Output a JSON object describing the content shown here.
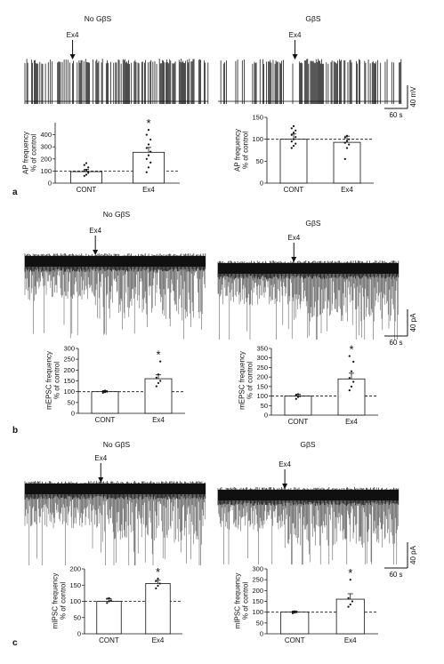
{
  "scale_bars": {
    "ap_voltage": "40 mV",
    "current": "40 pA",
    "time": "60 s"
  },
  "chart_data": [
    {
      "type": "bar",
      "panel": "a",
      "group": "No GβS",
      "traceType": "spike",
      "stimulus": "Ex4",
      "stim_frac": 0.26,
      "ylabel": "AP frequency\n% of control",
      "categories": [
        "CONT",
        "Ex4"
      ],
      "values": [
        95,
        255
      ],
      "errors": [
        18,
        40
      ],
      "ylim": [
        0,
        500
      ],
      "yticks": [
        0,
        100,
        200,
        300,
        400
      ],
      "baseline": 100,
      "significance": [
        false,
        true
      ],
      "points": [
        [
          60,
          70,
          85,
          100,
          110,
          130,
          150,
          165
        ],
        [
          90,
          130,
          170,
          200,
          230,
          260,
          290,
          320,
          360,
          400,
          440
        ]
      ]
    },
    {
      "type": "bar",
      "panel": "a",
      "group": "GβS",
      "traceType": "spike",
      "stimulus": "Ex4",
      "stim_frac": 0.42,
      "ylabel": "AP frequency\n% of control",
      "categories": [
        "CONT",
        "Ex4"
      ],
      "values": [
        100,
        93
      ],
      "errors": [
        12,
        14
      ],
      "ylim": [
        0,
        150
      ],
      "yticks": [
        0,
        50,
        100,
        150
      ],
      "baseline": 100,
      "significance": [
        false,
        false
      ],
      "points": [
        [
          80,
          85,
          90,
          95,
          100,
          105,
          110,
          115,
          120,
          125,
          130
        ],
        [
          55,
          80,
          88,
          92,
          96,
          100,
          104,
          108
        ]
      ]
    },
    {
      "type": "bar",
      "panel": "b",
      "group": "No GβS",
      "traceType": "current",
      "stimulus": "Ex4",
      "stim_frac": 0.39,
      "ylabel": "mEPSC frequency\n% of control",
      "categories": [
        "CONT",
        "Ex4"
      ],
      "values": [
        100,
        160
      ],
      "errors": [
        5,
        18
      ],
      "ylim": [
        0,
        300
      ],
      "yticks": [
        0,
        50,
        100,
        150,
        200,
        250,
        300
      ],
      "baseline": 100,
      "significance": [
        false,
        true
      ],
      "points": [
        [
          95,
          98,
          100,
          102,
          105
        ],
        [
          125,
          140,
          150,
          165,
          180,
          240
        ]
      ]
    },
    {
      "type": "bar",
      "panel": "b",
      "group": "GβS",
      "traceType": "current",
      "stimulus": "Ex4",
      "stim_frac": 0.42,
      "ylabel": "mEPSC frequency\n% of control",
      "categories": [
        "CONT",
        "Ex4"
      ],
      "values": [
        100,
        190
      ],
      "errors": [
        10,
        30
      ],
      "ylim": [
        0,
        350
      ],
      "yticks": [
        0,
        50,
        100,
        150,
        200,
        250,
        300,
        350
      ],
      "baseline": 100,
      "significance": [
        false,
        true
      ],
      "points": [
        [
          85,
          95,
          100,
          105,
          110
        ],
        [
          130,
          150,
          175,
          195,
          230,
          280,
          310
        ]
      ]
    },
    {
      "type": "bar",
      "panel": "c",
      "group": "No GβS",
      "traceType": "current",
      "stimulus": "Ex4",
      "stim_frac": 0.42,
      "ylabel": "mIPSC frequency\n% of control",
      "categories": [
        "CONT",
        "Ex4"
      ],
      "values": [
        100,
        155
      ],
      "errors": [
        8,
        10
      ],
      "ylim": [
        0,
        200
      ],
      "yticks": [
        0,
        50,
        100,
        150,
        200
      ],
      "baseline": 100,
      "significance": [
        false,
        true
      ],
      "points": [
        [
          95,
          100,
          103,
          108,
          110
        ],
        [
          140,
          148,
          155,
          162,
          170
        ]
      ]
    },
    {
      "type": "bar",
      "panel": "c",
      "group": "GβS",
      "traceType": "current",
      "stimulus": "Ex4",
      "stim_frac": 0.37,
      "ylabel": "mIPSC frequency\n% of control",
      "categories": [
        "CONT",
        "Ex4"
      ],
      "values": [
        100,
        160
      ],
      "errors": [
        5,
        25
      ],
      "ylim": [
        0,
        300
      ],
      "yticks": [
        0,
        50,
        100,
        150,
        200,
        250,
        300
      ],
      "baseline": 100,
      "significance": [
        false,
        true
      ],
      "points": [
        [
          95,
          98,
          100,
          102,
          104
        ],
        [
          125,
          135,
          150,
          165,
          250
        ]
      ]
    }
  ]
}
